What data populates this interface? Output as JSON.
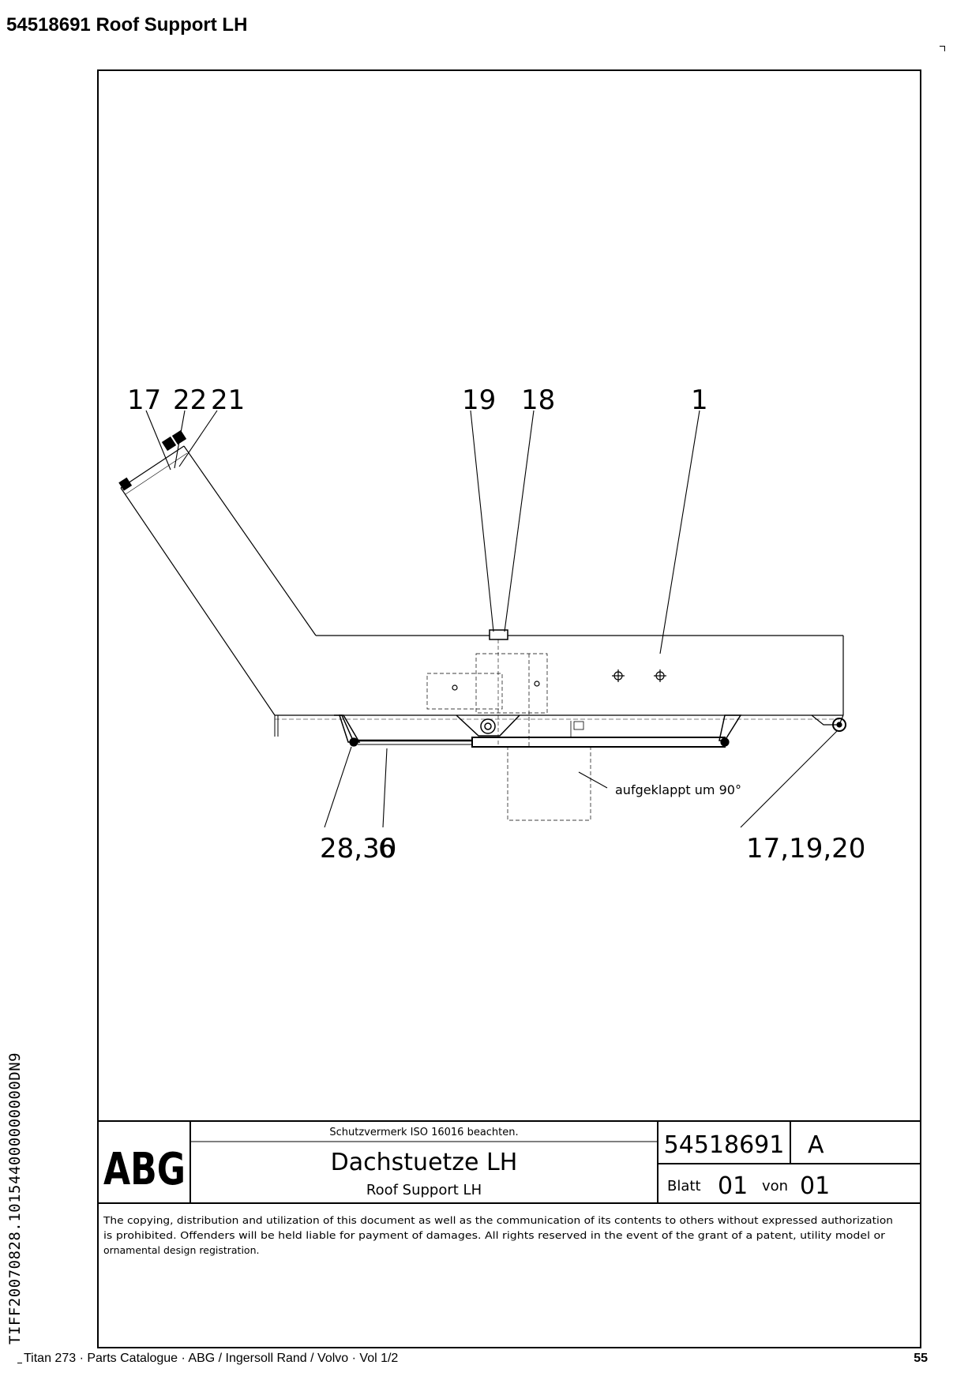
{
  "header": {
    "title": "54518691  Roof Support LH"
  },
  "drawing": {
    "callouts_top": [
      "17",
      "22",
      "21",
      "19",
      "18",
      "1"
    ],
    "callouts_bottom": [
      "28,30",
      "6",
      "17,19,20"
    ],
    "note": "aufgeklappt um 90°"
  },
  "title_block": {
    "logo": "ABG",
    "protection_note": "Schutzvermerk ISO 16016 beachten.",
    "title_de": "Dachstuetze LH",
    "title_en": "Roof Support LH",
    "drawing_number": "54518691",
    "revision": "A",
    "sheet_label": "Blatt",
    "sheet_no": "01",
    "of_label": "von",
    "sheet_total": "01",
    "copyright_line1": "The copying, distribution and utilization of this document as well as the communication of its contents to others without expressed authorization",
    "copyright_line2": "is prohibited. Offenders will be held liable for payment of damages. All rights reserved in the event of the grant of a patent, utility model or",
    "copyright_line3": "ornamental design registration."
  },
  "side_id": "TIFF20070828.101544000000000DN9",
  "footer": {
    "text": "Titan 273  ·  Parts Catalogue  ·  ABG / Ingersoll Rand / Volvo  ·  Vol 1/2",
    "page": "55"
  }
}
